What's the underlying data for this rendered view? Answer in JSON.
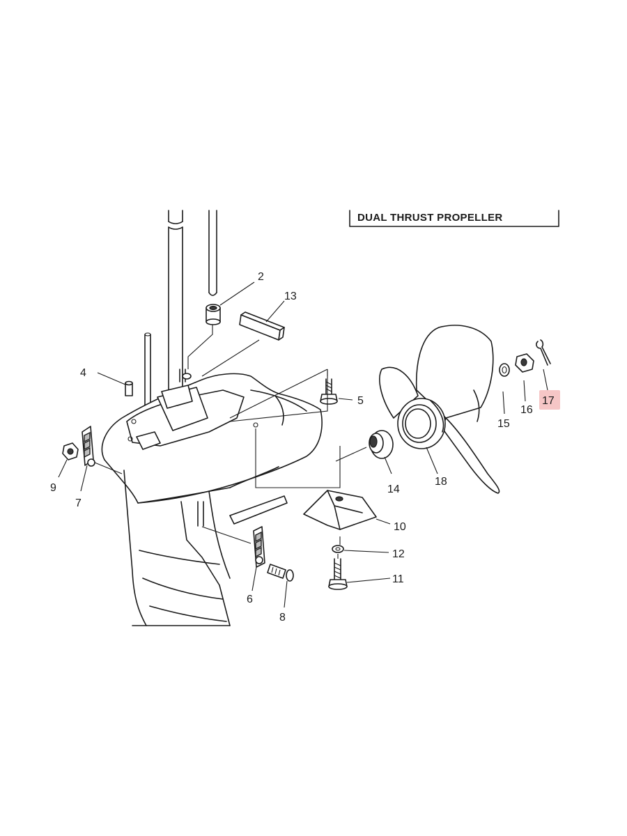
{
  "title": "DUAL THRUST PROPELLER",
  "highlight_color": "#f6c6c6",
  "parts": [
    {
      "key": "p2",
      "label": "2"
    },
    {
      "key": "p13",
      "label": "13"
    },
    {
      "key": "p4",
      "label": "4"
    },
    {
      "key": "p5",
      "label": "5"
    },
    {
      "key": "p9",
      "label": "9"
    },
    {
      "key": "p7",
      "label": "7"
    },
    {
      "key": "p14",
      "label": "14"
    },
    {
      "key": "p18",
      "label": "18"
    },
    {
      "key": "p15",
      "label": "15"
    },
    {
      "key": "p16",
      "label": "16"
    },
    {
      "key": "p17",
      "label": "17",
      "highlighted": true
    },
    {
      "key": "p10",
      "label": "10"
    },
    {
      "key": "p12",
      "label": "12"
    },
    {
      "key": "p11",
      "label": "11"
    },
    {
      "key": "p6",
      "label": "6"
    },
    {
      "key": "p8",
      "label": "8"
    }
  ]
}
